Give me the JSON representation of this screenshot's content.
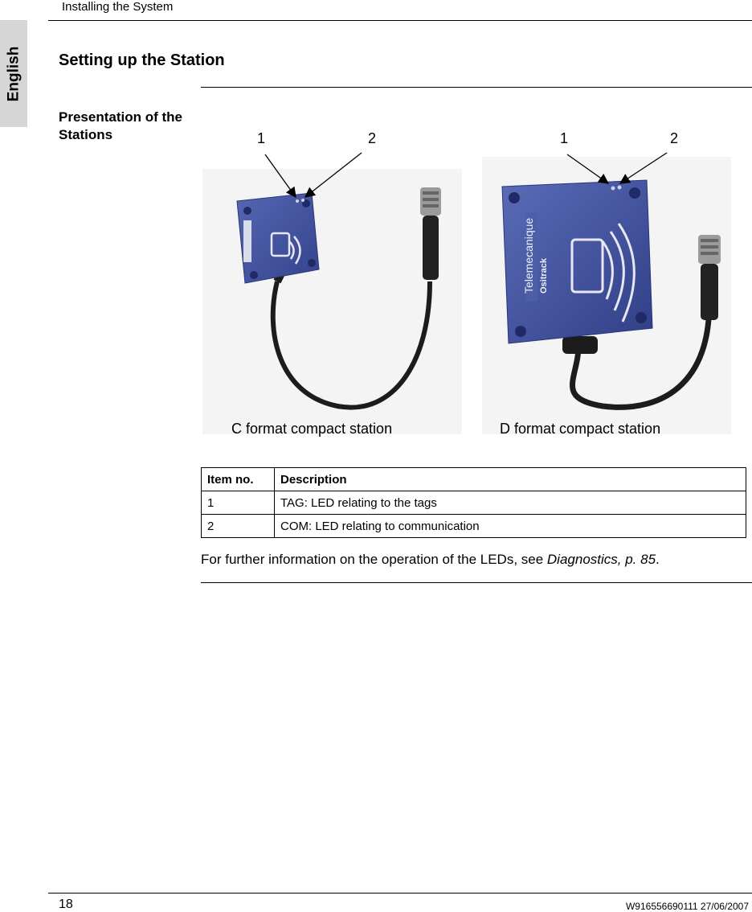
{
  "header": {
    "title": "Installing the System"
  },
  "side_tab": {
    "label": "English"
  },
  "section": {
    "title": "Setting up the Station",
    "subheading": "Presentation of the Stations"
  },
  "figure": {
    "callouts": [
      "1",
      "2",
      "1",
      "2"
    ],
    "captions": {
      "left": "C format compact station",
      "right": "D format compact station"
    },
    "device_brand": "Telemecanique",
    "device_model": "Ositrack"
  },
  "table": {
    "headers": [
      "Item no.",
      "Description"
    ],
    "rows": [
      [
        "1",
        "TAG: LED relating to the tags"
      ],
      [
        "2",
        "COM: LED relating to communication"
      ]
    ]
  },
  "note": {
    "prefix": "For further information on the operation of the LEDs, see ",
    "link": "Diagnostics, p. 85",
    "suffix": "."
  },
  "footer": {
    "page_number": "18",
    "doc_ref": "W916556690111 27/06/2007"
  },
  "colors": {
    "device_blue": "#3f4f9e",
    "cable": "#1c1c1c",
    "tab_gray": "#d6d6d6"
  }
}
